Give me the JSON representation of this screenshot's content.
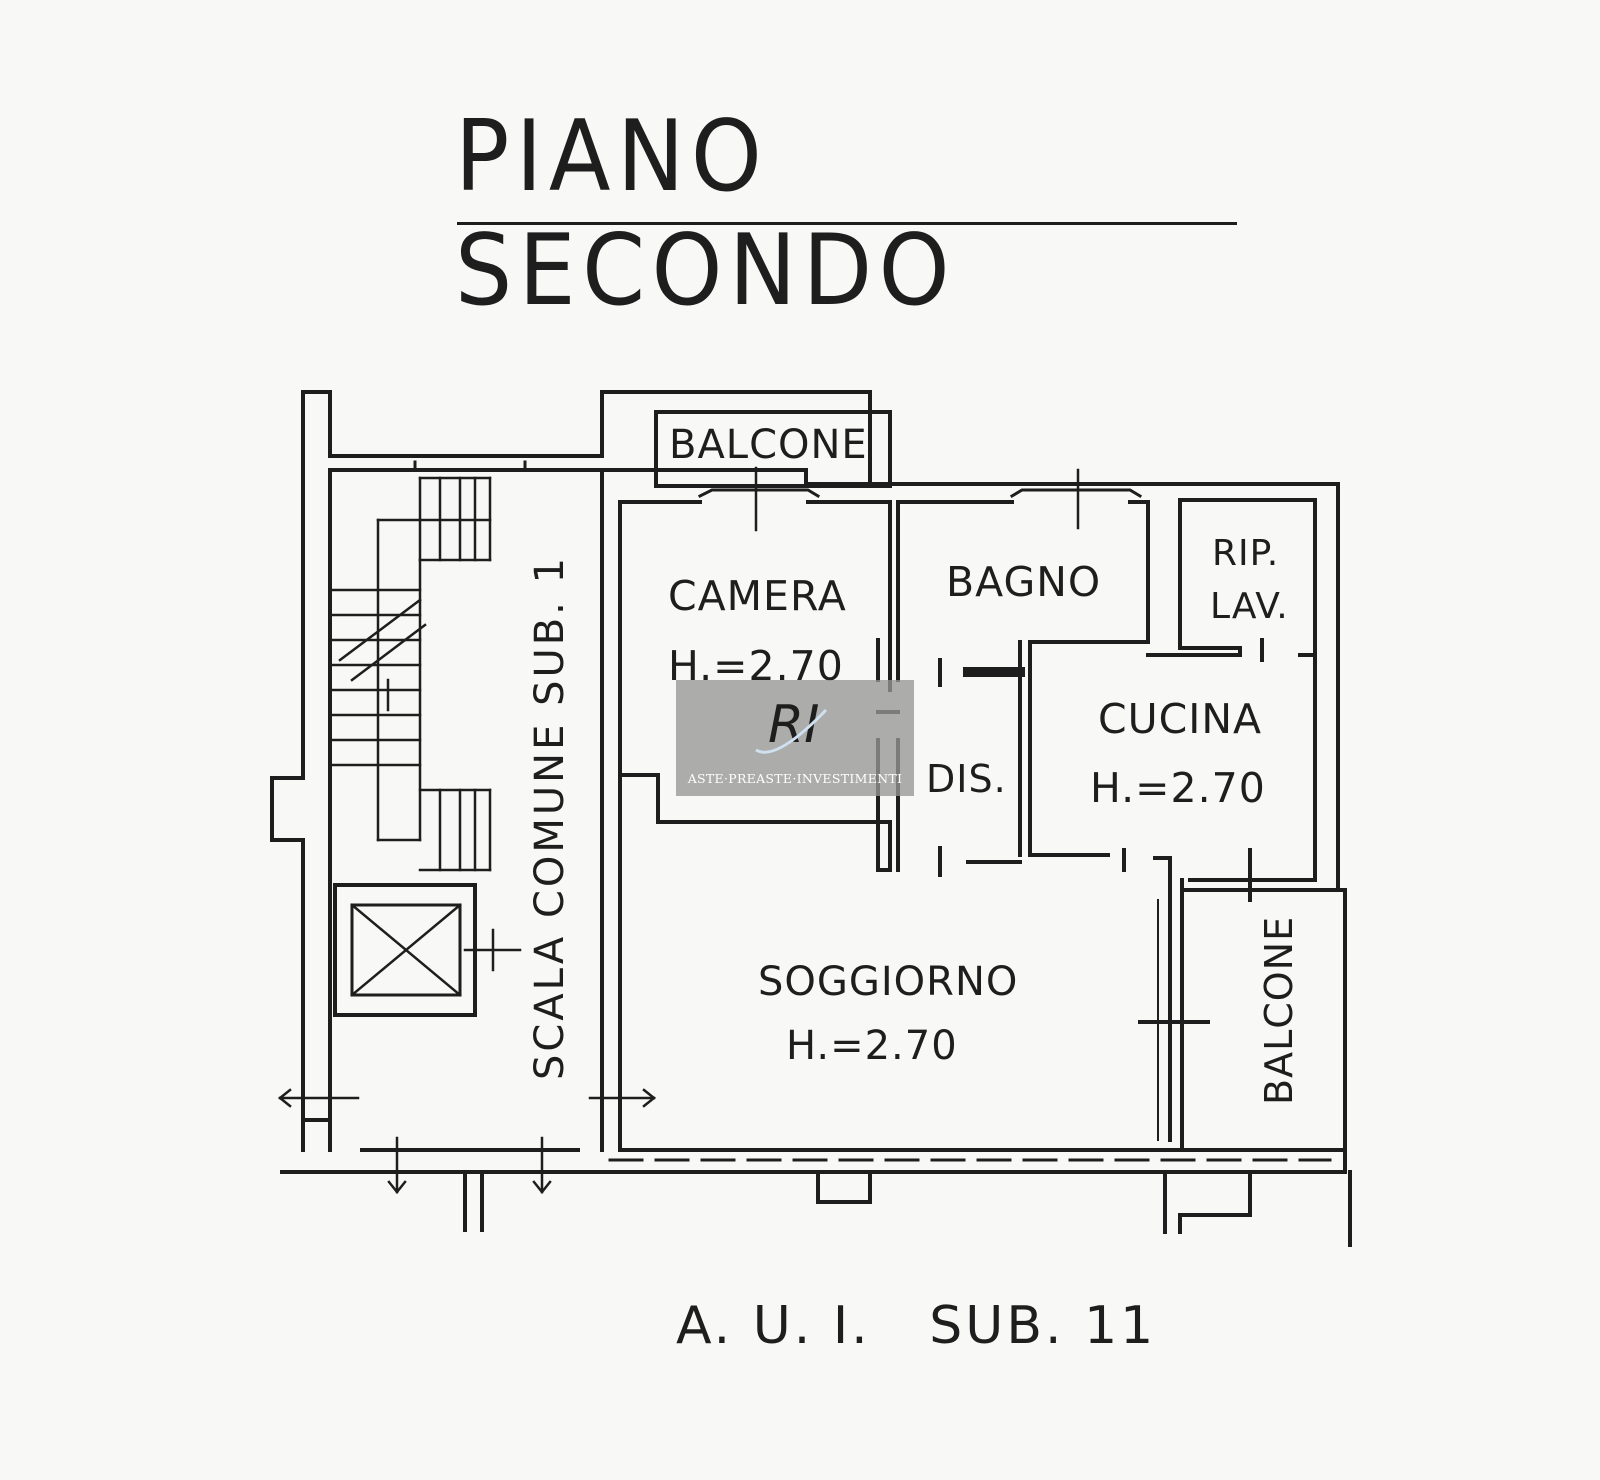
{
  "title": "PIANO SECONDO",
  "footer": "A. U. I.   SUB. 11",
  "rooms": {
    "balcone_top": "BALCONE",
    "camera": "CAMERA",
    "camera_h": "H.=2.70",
    "bagno": "BAGNO",
    "rip": "RIP.",
    "lav": "LAV.",
    "cucina": "CUCINA",
    "cucina_h": "H.=2.70",
    "dis": "DIS.",
    "soggiorno": "SOGGIORNO",
    "soggiorno_h": "H.=2.70",
    "balcone_right": "BALCONE",
    "scala": "SCALA COMUNE SUB. 1"
  },
  "watermark": {
    "caption": "ASTE·PREASTE·INVESTIMENTI",
    "logo_letters": "RI"
  },
  "colors": {
    "ink": "#1e1e1e",
    "paper": "#f8f8f6",
    "watermark_bg": "#969696",
    "logo_gold": "#d9c9a4"
  }
}
